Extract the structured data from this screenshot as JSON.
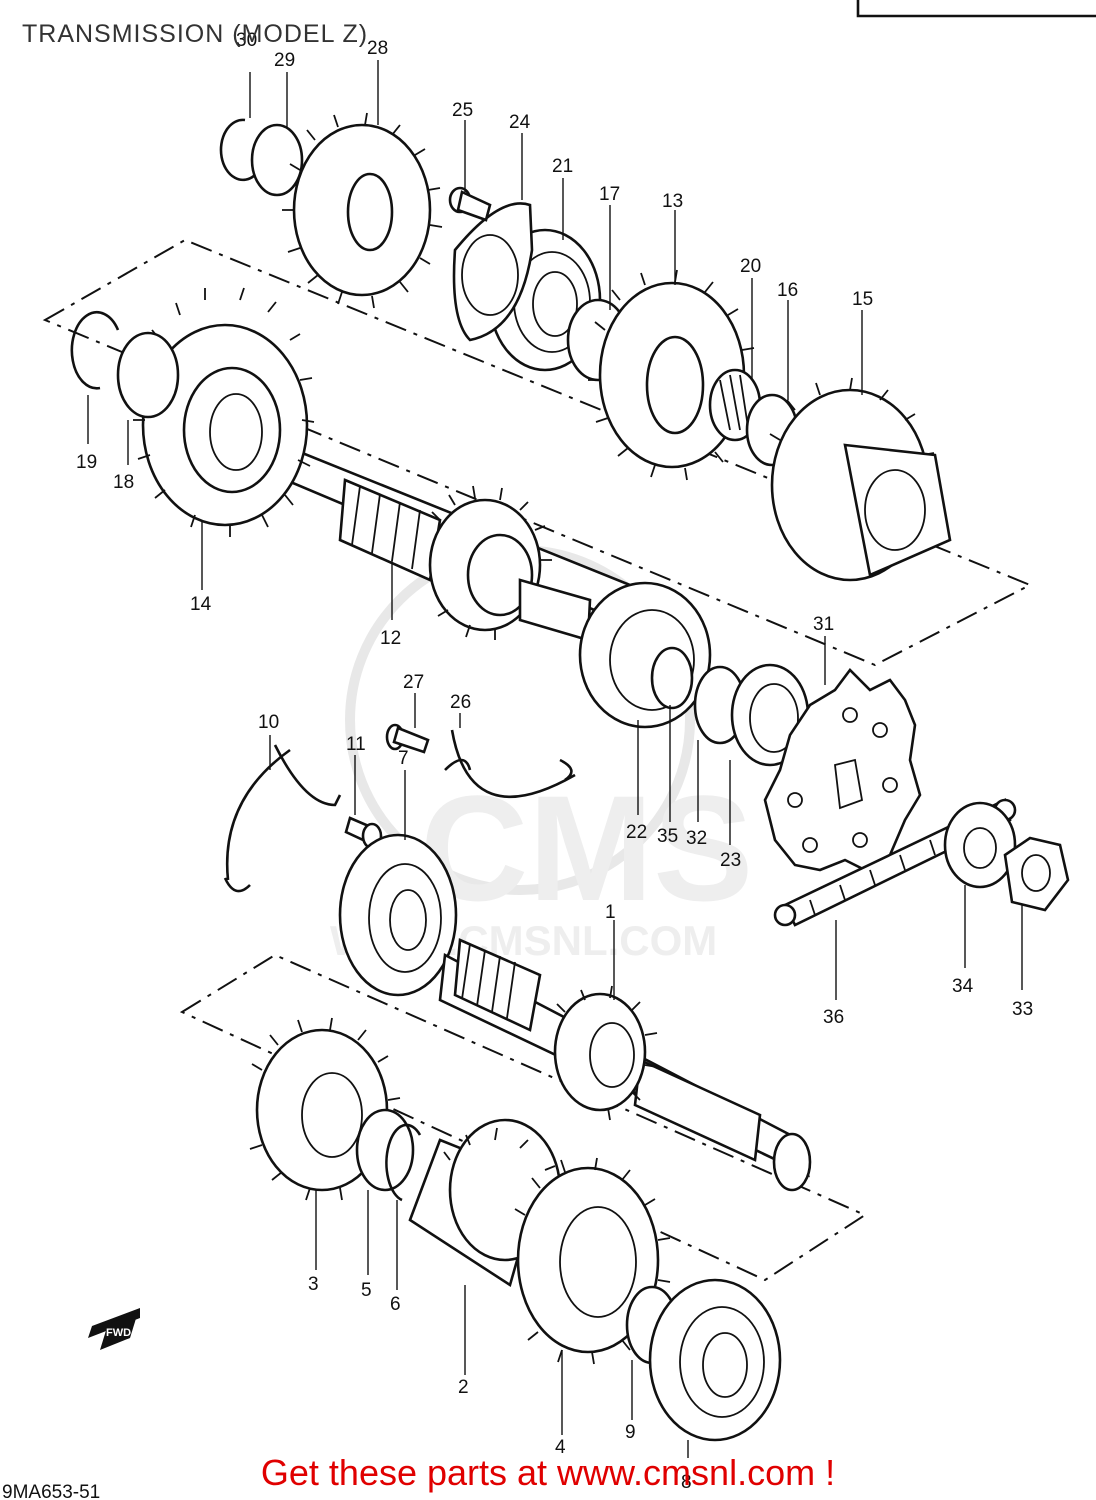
{
  "title": "TRANSMISSION (MODEL Z)",
  "footer": "Get these parts at www.cmsnl.com !",
  "watermark": {
    "logo": "CMS",
    "url": "WWW.CMSNL.COM"
  },
  "fwd_badge": "FWD",
  "drawing_code": "9MA653-51",
  "part_numbers": [
    "1",
    "2",
    "3",
    "4",
    "5",
    "6",
    "7",
    "8",
    "9",
    "10",
    "11",
    "12",
    "13",
    "14",
    "15",
    "16",
    "17",
    "18",
    "19",
    "20",
    "21",
    "22",
    "23",
    "24",
    "25",
    "26",
    "27",
    "28",
    "29",
    "30",
    "31",
    "32",
    "33",
    "34",
    "35",
    "36"
  ]
}
